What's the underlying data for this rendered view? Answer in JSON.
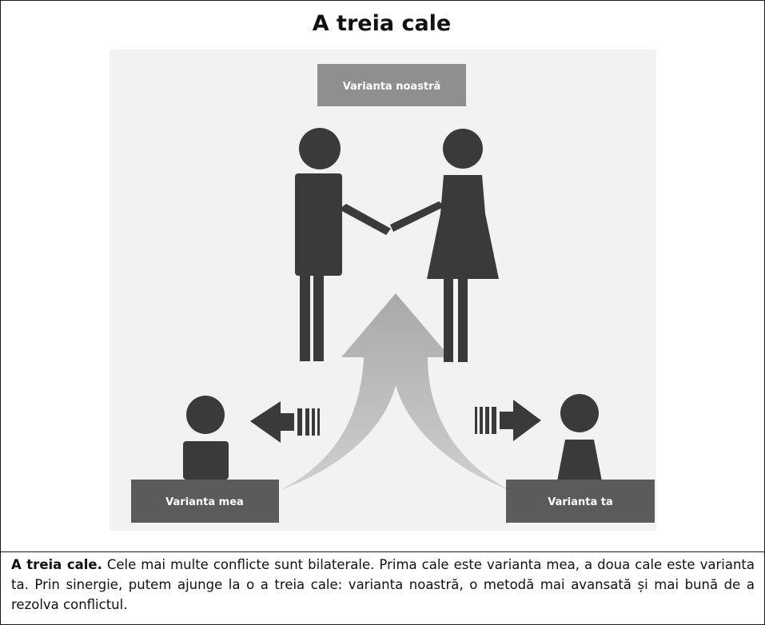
{
  "figure": {
    "title": "A treia cale",
    "labels": {
      "ours": "Varianta noastră",
      "mine": "Varianta mea",
      "yours": "Varianta ta"
    }
  },
  "caption": {
    "bold": "A treia cale.",
    "text": " Cele mai multe conflicte sunt bilaterale. Prima cale este varianta mea, a doua cale este varianta ta. Prin sinergie, putem ajunge la o a treia cale: varianta noastră, o metodă mai avansată și mai bună de a rezolva conflictul."
  },
  "colors": {
    "figure": "#3a3a3a",
    "label_box_top": "#8f8f8f",
    "label_box_bottom": "#5b5b5b",
    "arrow": "#b5b5b5",
    "panel": "#f2f2f1"
  }
}
